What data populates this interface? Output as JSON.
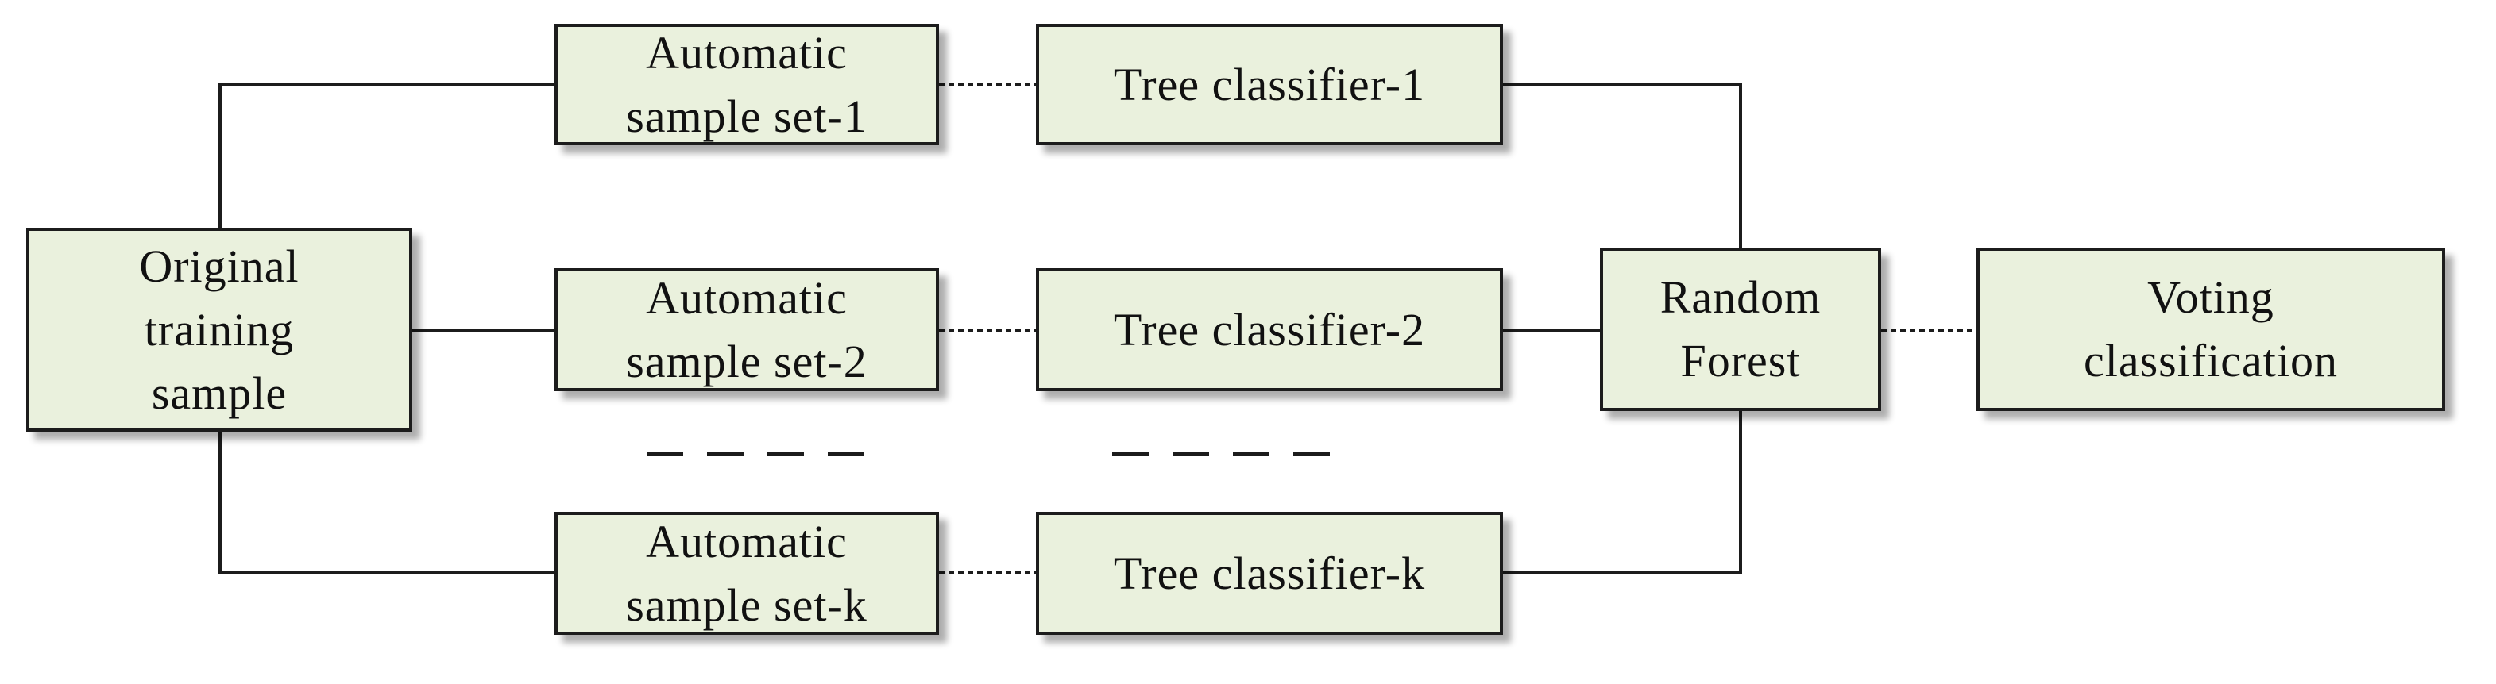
{
  "diagram": {
    "nodes": {
      "original": {
        "text": "Original\ntraining\nsample"
      },
      "sample_1": {
        "text": "Automatic\nsample set-1"
      },
      "sample_2": {
        "text": "Automatic\nsample set-2"
      },
      "sample_k": {
        "text": "Automatic\nsample set-k"
      },
      "tree_1": {
        "text": "Tree classifier-1"
      },
      "tree_2": {
        "text": "Tree classifier-2"
      },
      "tree_k": {
        "text": "Tree classifier-k"
      },
      "random_forest": {
        "text": "Random\nForest"
      },
      "voting": {
        "text": "Voting\nclassification"
      }
    },
    "edges": [
      {
        "from": "original",
        "to": "sample_1",
        "style": "solid"
      },
      {
        "from": "original",
        "to": "sample_2",
        "style": "solid"
      },
      {
        "from": "original",
        "to": "sample_k",
        "style": "solid"
      },
      {
        "from": "sample_1",
        "to": "tree_1",
        "style": "dotted"
      },
      {
        "from": "sample_2",
        "to": "tree_2",
        "style": "dotted"
      },
      {
        "from": "sample_k",
        "to": "tree_k",
        "style": "dotted"
      },
      {
        "from": "tree_1",
        "to": "random_forest",
        "style": "solid"
      },
      {
        "from": "tree_2",
        "to": "random_forest",
        "style": "solid"
      },
      {
        "from": "tree_k",
        "to": "random_forest",
        "style": "solid"
      },
      {
        "from": "random_forest",
        "to": "voting",
        "style": "dotted"
      }
    ],
    "colors": {
      "box_fill": "#eaf1dd",
      "box_border": "#1c1c1c",
      "line": "#1c1c1c"
    }
  }
}
